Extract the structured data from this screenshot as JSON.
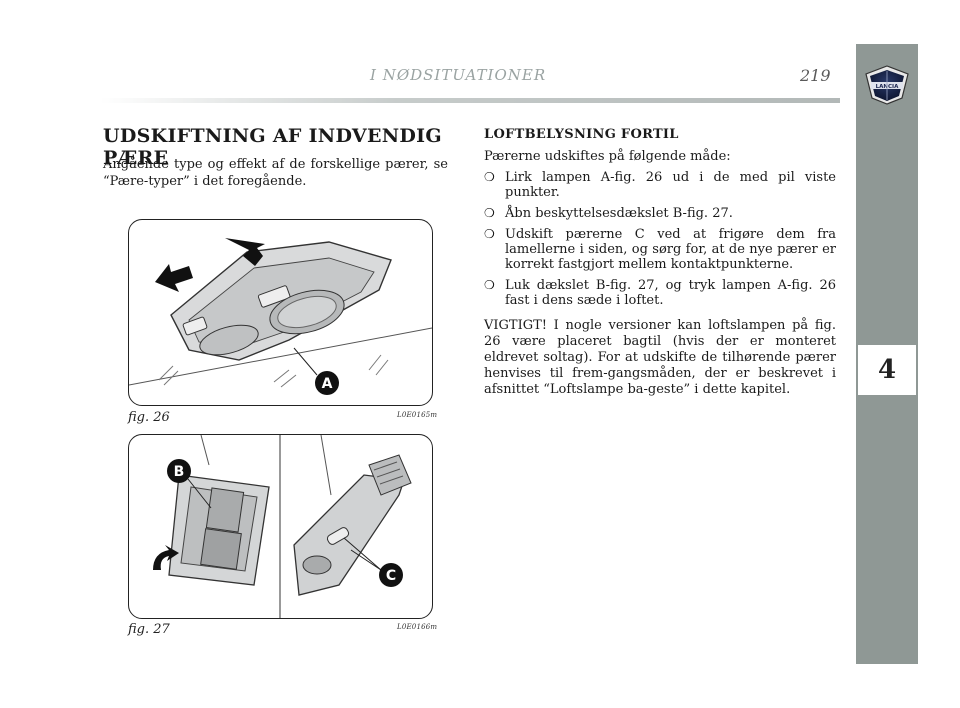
{
  "header": {
    "chapter_title": "I NØDSITUATIONER",
    "page_number": "219"
  },
  "side_tab": {
    "logo_text": "LANCIA",
    "chapter_number": "4"
  },
  "left": {
    "title": "UDSKIFTNING AF INDVENDIG PÆRE",
    "intro": "Angående type og effekt af de forskellige pærer, se “Pære-typer” i det foregående.",
    "figures": [
      {
        "label": "fig. 26",
        "code": "L0E0165m",
        "callouts": [
          "A"
        ]
      },
      {
        "label": "fig. 27",
        "code": "L0E0166m",
        "callouts": [
          "B",
          "C"
        ]
      }
    ]
  },
  "right": {
    "subheading": "LOFTBELYSNING FORTIL",
    "steps_intro": "Pærerne udskiftes på følgende måde:",
    "bullet_glyph": "❍",
    "steps": [
      "Lirk lampen A-fig. 26 ud i de med pil viste punkter.",
      "Åbn beskyttelsesdækslet B-fig. 27.",
      "Udskift pærerne C ved at frigøre dem fra lamellerne i siden, og sørg for, at de nye pærer er korrekt fastgjort mellem kontaktpunkterne.",
      "Luk dækslet B-fig. 27, og tryk lampen A-fig. 26 fast i dens sæde i loftet."
    ],
    "note": "VIGTIGT! I nogle versioner kan loftslampen på fig. 26 være placeret bagtil (hvis der er monteret eldrevet soltag). For at udskifte de tilhørende pærer henvises til frem-gangsmåden, der er beskrevet i afsnittet “Loftslampe ba-geste” i dette kapitel."
  },
  "colors": {
    "side_tab": "#8f9895",
    "header_title": "#9aa3a2",
    "text": "#1a1a1a"
  }
}
